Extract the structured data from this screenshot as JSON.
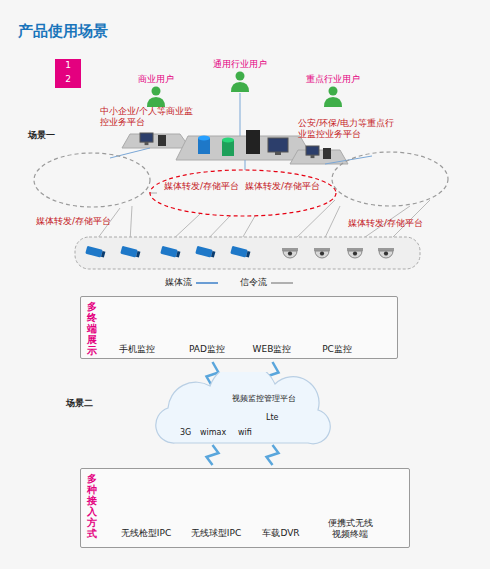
{
  "diagram": {
    "title": "产品使用场景",
    "nodes": [
      {
        "text": [
          "1"
        ]
      },
      {
        "text": [
          "2"
        ]
      },
      {
        "text": [
          "媒体转发/存储平台",
          "媒体转发/存储平台"
        ]
      },
      {
        "text": [
          "媒体转发/存储平台"
        ]
      },
      {
        "text": [
          "媒体转发/存储平台"
        ]
      },
      {
        "text": [
          "多终端展示"
        ]
      },
      {
        "text": [
          "手机监控"
        ],
        "in": 5
      },
      {
        "text": [
          "PAD监控"
        ],
        "in": 5
      },
      {
        "text": [
          "WEB监控"
        ],
        "in": 5
      },
      {
        "text": [
          "PC监控"
        ],
        "in": 5
      },
      {
        "text": [
          "视频监控管理平台",
          "3G",
          "wimax",
          "wifi",
          "Lte"
        ]
      },
      {
        "text": [
          "多种接入方式"
        ]
      },
      {
        "text": [
          "无线枪型IPC"
        ],
        "in": 11
      },
      {
        "text": [
          "无线球型IPC"
        ],
        "in": 11
      },
      {
        "text": [
          "车载DVR"
        ],
        "in": 11
      },
      {
        "text": [
          "便携式无线视频终端"
        ],
        "in": 11
      }
    ],
    "edges": [
      {
        "from": 5,
        "to": 10,
        "arrow": "none"
      },
      {
        "from": 5,
        "to": 10,
        "arrow": "none"
      },
      {
        "from": 10,
        "to": 11,
        "arrow": "none"
      },
      {
        "from": 10,
        "to": 11,
        "arrow": "none"
      }
    ],
    "labels": [
      "商业用户",
      "通用行业用户",
      "重点行业用户",
      "中小企业/个人等商业监控业务平台",
      "公安/环保/电力等重点行业监控业务平台",
      "场景一",
      "场景二"
    ],
    "legend": [
      {
        "text": "媒体流"
      },
      {
        "text": "信令流"
      }
    ]
  }
}
